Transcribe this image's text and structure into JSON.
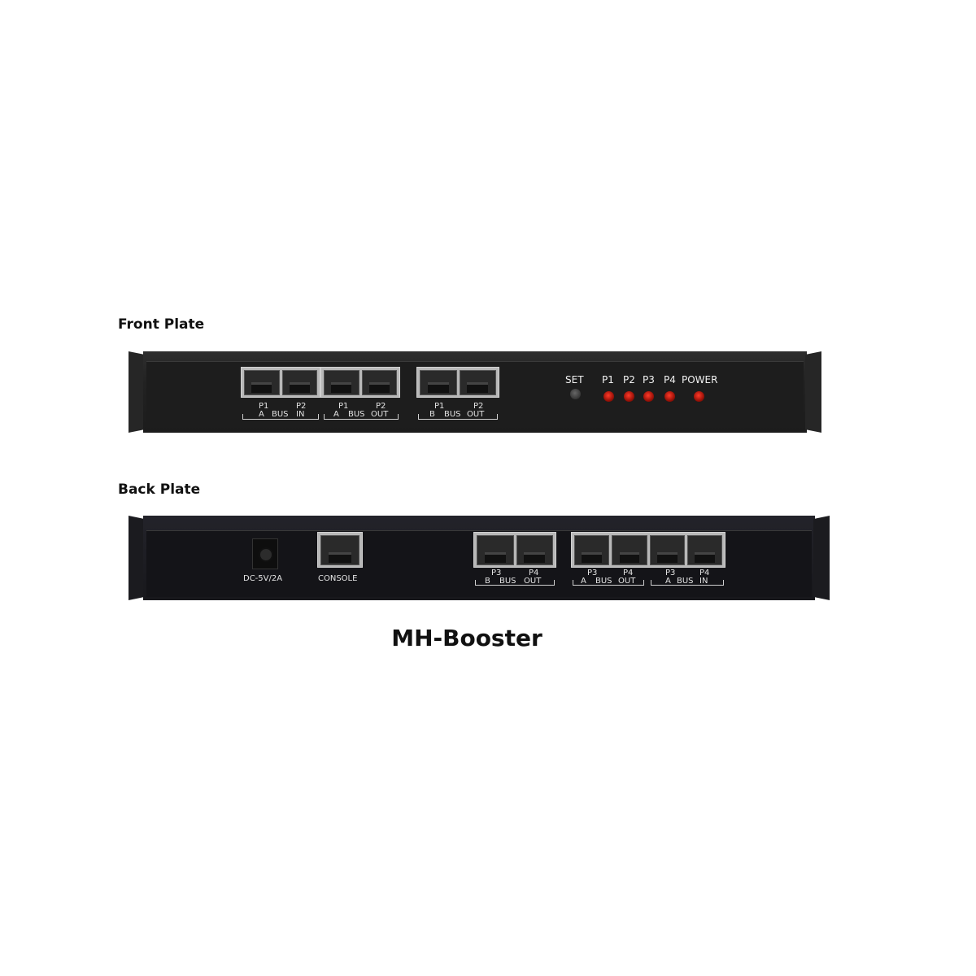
{
  "front": {
    "title": "Front Plate",
    "group_a_in": {
      "p_left": "P1",
      "p_right": "P2",
      "letter": "A",
      "bus": "BUS",
      "dir": "IN"
    },
    "group_a_out": {
      "p_left": "P1",
      "p_right": "P2",
      "letter": "A",
      "bus": "BUS",
      "dir": "OUT"
    },
    "group_b_out": {
      "p_left": "P1",
      "p_right": "P2",
      "letter": "B",
      "bus": "BUS",
      "dir": "OUT"
    },
    "set_label": "SET",
    "leds": [
      "P1",
      "P2",
      "P3",
      "P4",
      "POWER"
    ]
  },
  "back": {
    "title": "Back Plate",
    "dc_label": "DC-5V/2A",
    "console_label": "CONSOLE",
    "group_b_out": {
      "p_left": "P3",
      "p_right": "P4",
      "letter": "B",
      "bus": "BUS",
      "dir": "OUT"
    },
    "group_a_out": {
      "p_left": "P3",
      "p_right": "P4",
      "letter": "A",
      "bus": "BUS",
      "dir": "OUT"
    },
    "group_a_in": {
      "p_left": "P3",
      "p_right": "P4",
      "letter": "A",
      "bus": "BUS",
      "dir": "IN"
    }
  },
  "caption": "MH-Booster",
  "colors": {
    "led": "#d8180c",
    "chassis": "#232323",
    "port_frame": "#b8b8b8"
  }
}
